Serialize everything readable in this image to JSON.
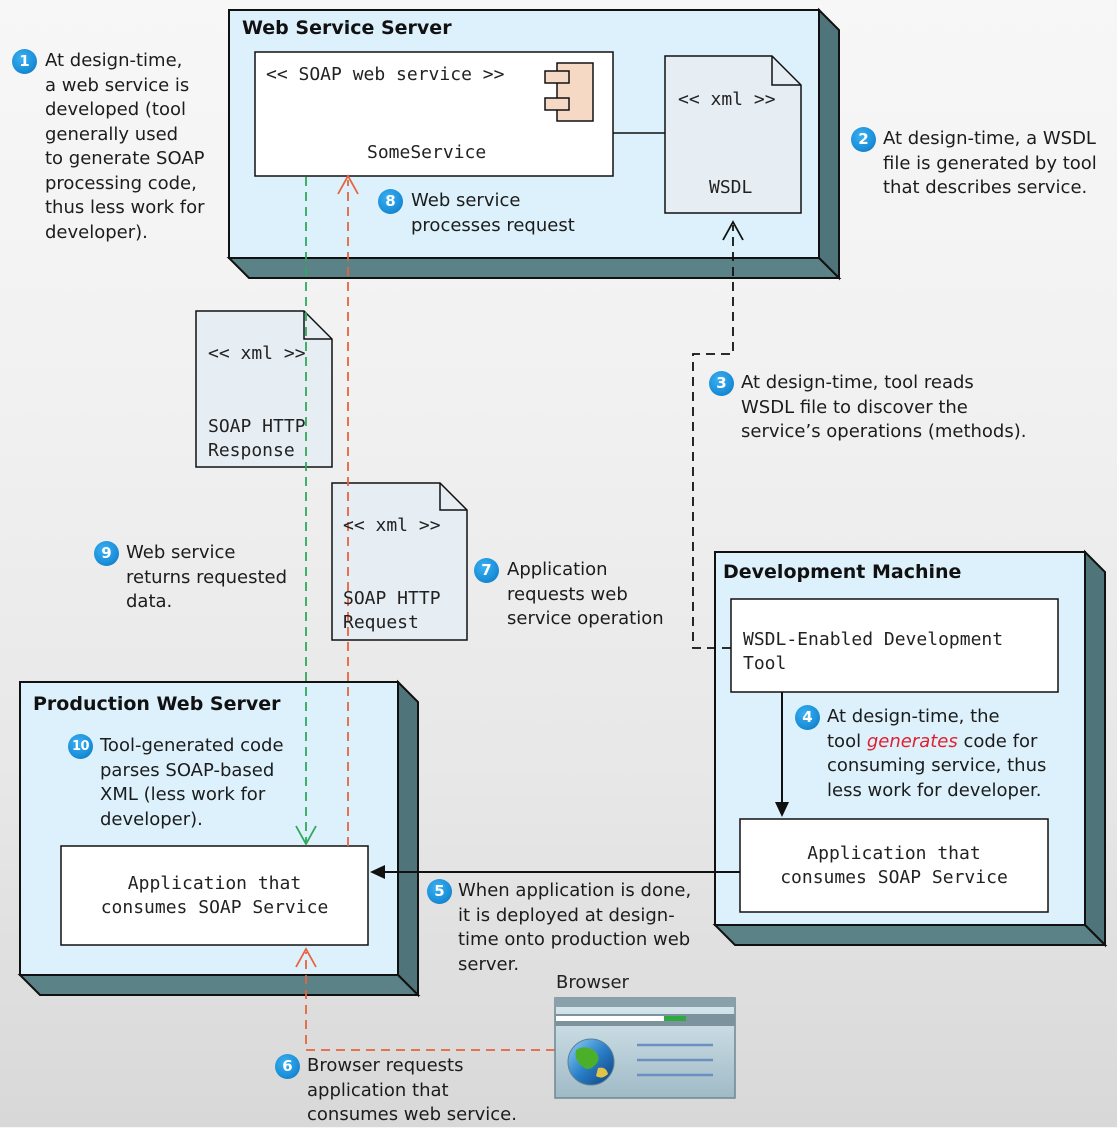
{
  "nodes": {
    "web_service_server": "Web Service Server",
    "production_web_server": "Production Web Server",
    "development_machine": "Development Machine"
  },
  "components": {
    "soap_stereotype": "<< SOAP web service >>",
    "soap_name": "SomeService",
    "wsdl_stereotype": "<< xml >>",
    "wsdl_name": "WSDL",
    "response_stereotype": "<< xml >>",
    "response_line1": "SOAP HTTP",
    "response_line2": "Response",
    "request_stereotype": "<< xml >>",
    "request_line1": "SOAP HTTP",
    "request_line2": "Request",
    "dev_tool_line1": "WSDL-Enabled Development",
    "dev_tool_line2": "Tool",
    "dev_app_line1": "Application that",
    "dev_app_line2": "consumes SOAP Service",
    "prod_app_line1": "Application that",
    "prod_app_line2": "consumes SOAP Service",
    "browser_label": "Browser"
  },
  "steps": [
    {
      "num": "1",
      "lines": [
        "At design-time,",
        "a web service is",
        "developed (tool",
        "generally used",
        "to generate SOAP",
        "processing code,",
        "thus less work for",
        "developer)."
      ]
    },
    {
      "num": "2",
      "lines": [
        "At design-time, a WSDL",
        "file is generated by tool",
        "that describes service."
      ]
    },
    {
      "num": "3",
      "lines": [
        "At design-time, tool reads",
        "WSDL file to discover the",
        "service’s operations (methods)."
      ]
    },
    {
      "num": "4",
      "line1": "At design-time, the",
      "line2_a": "tool ",
      "line2_em": "generates",
      "line2_b": " code for",
      "line3": "consuming service, thus",
      "line4": "less work for developer."
    },
    {
      "num": "5",
      "lines": [
        "When application is done,",
        "it is deployed at design-",
        "time onto production web",
        "server."
      ]
    },
    {
      "num": "6",
      "lines": [
        "Browser requests",
        "application that",
        "consumes web service."
      ]
    },
    {
      "num": "7",
      "lines": [
        "Application",
        "requests web",
        "service operation"
      ]
    },
    {
      "num": "8",
      "lines": [
        "Web service",
        "processes request"
      ]
    },
    {
      "num": "9",
      "lines": [
        "Web service",
        "returns requested",
        "data."
      ]
    },
    {
      "num": "10",
      "lines": [
        "Tool-generated code",
        "parses SOAP-based",
        "XML (less work for",
        "developer)."
      ]
    }
  ],
  "colors": {
    "node_fill": "#dcf1fb",
    "node_side": "#5a8287",
    "badge": "#1b8fd9",
    "request_arrow": "#e8643c",
    "response_arrow": "#30a85a",
    "highlight": "#e02030"
  }
}
